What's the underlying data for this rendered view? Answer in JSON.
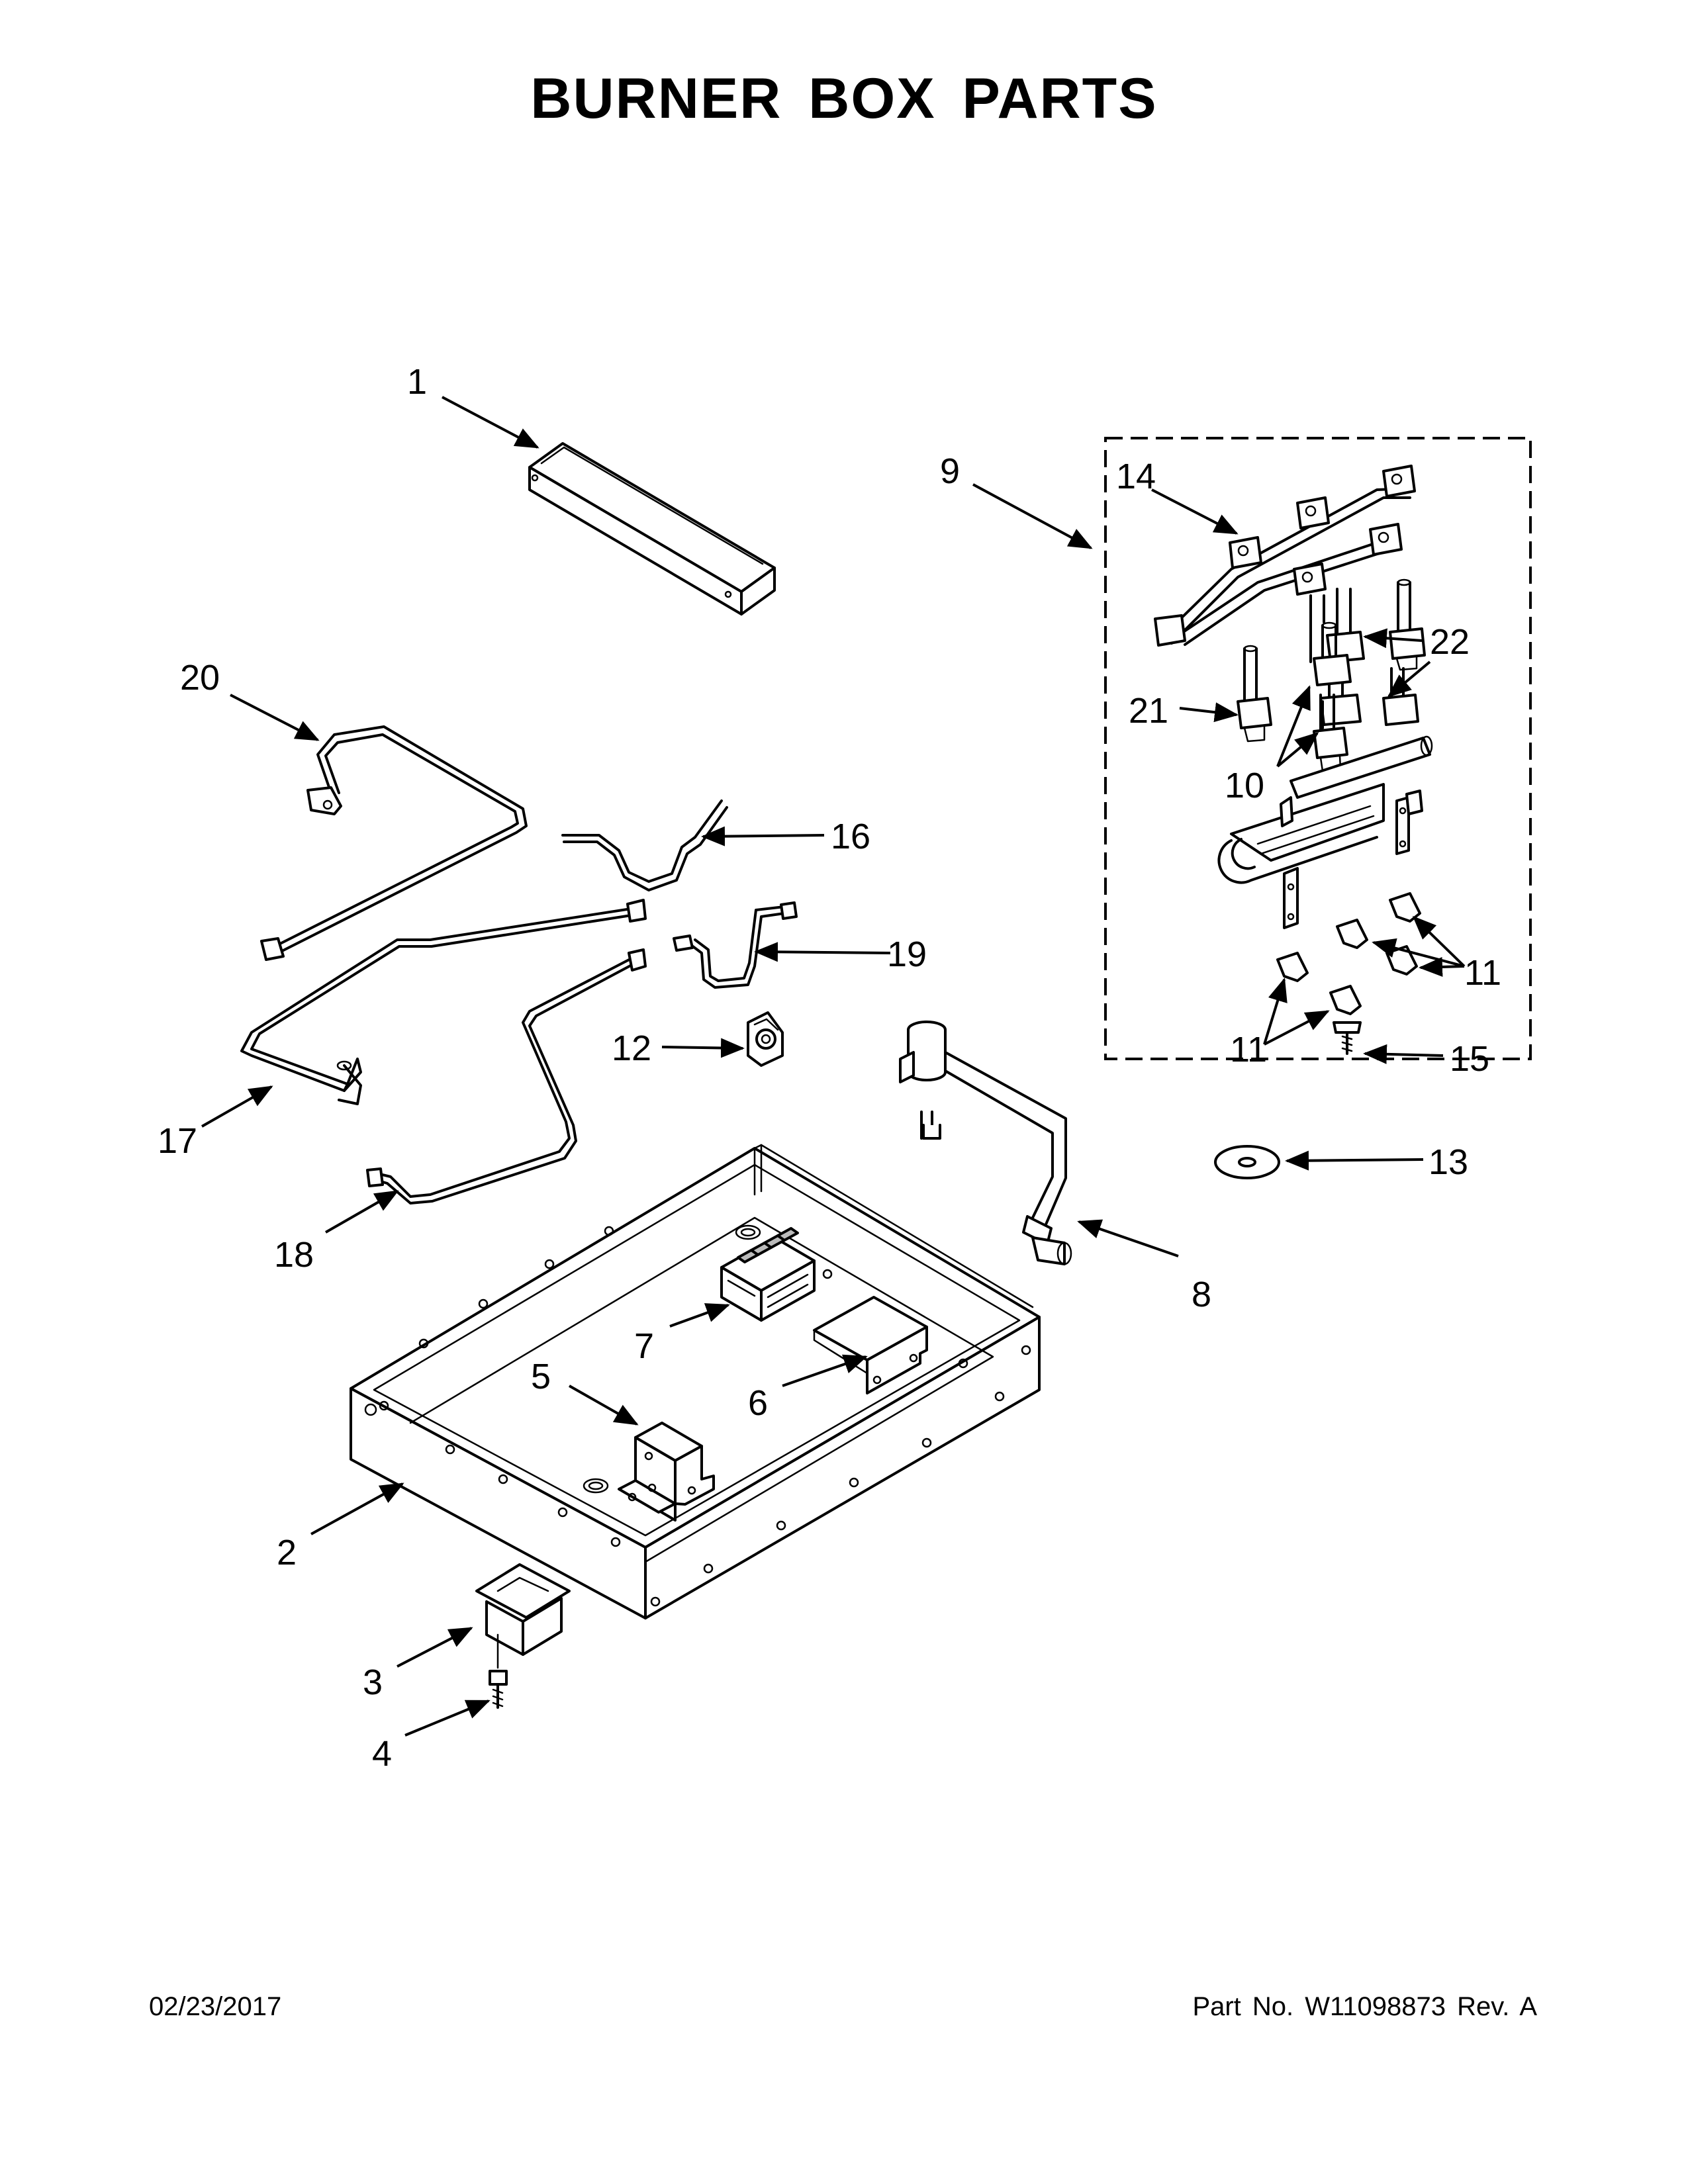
{
  "title": "BURNER BOX PARTS",
  "footer": {
    "date": "02/23/2017",
    "part_number": "Part No.  W11098873  Rev.  A"
  },
  "callouts": {
    "c1": "1",
    "c2": "2",
    "c3": "3",
    "c4": "4",
    "c5": "5",
    "c6": "6",
    "c7": "7",
    "c8": "8",
    "c9": "9",
    "c10": "10",
    "c11a": "11",
    "c11b": "11",
    "c12": "12",
    "c13": "13",
    "c14": "14",
    "c15": "15",
    "c16": "16",
    "c17": "17",
    "c18": "18",
    "c19": "19",
    "c20": "20",
    "c21": "21",
    "c22": "22"
  }
}
